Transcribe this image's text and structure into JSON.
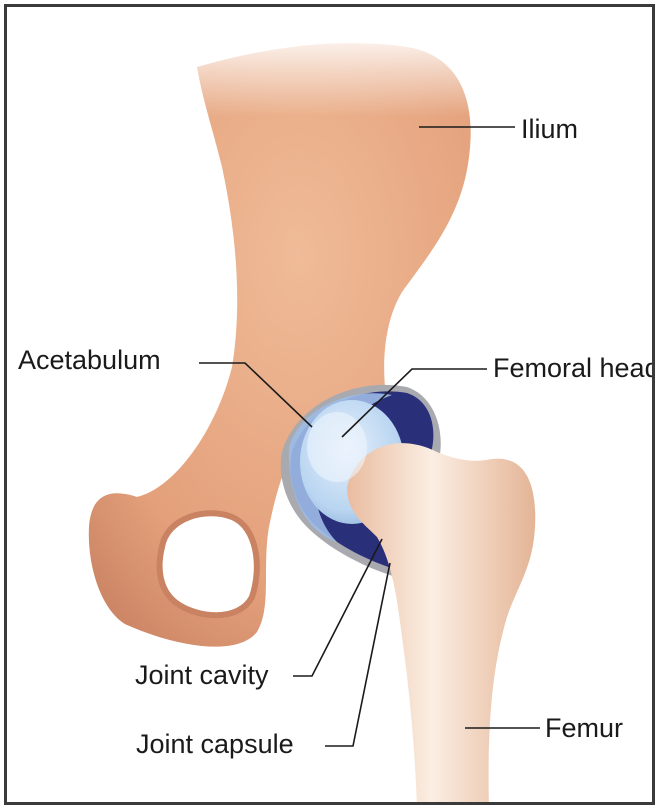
{
  "labels": {
    "ilium": "Ilium",
    "acetabulum": "Acetabulum",
    "femoral_head": "Femoral head",
    "joint_cavity": "Joint cavity",
    "joint_capsule": "Joint capsule",
    "femur": "Femur"
  },
  "colors": {
    "bone": "#e8a882",
    "bone_shadow": "#c97f5c",
    "femur_light": "#f6e3d2",
    "cartilage": "#b8d4f0",
    "cavity": "#2a2f7a",
    "capsule_gray": "#a9a9b0",
    "line": "#1a1a1a"
  }
}
